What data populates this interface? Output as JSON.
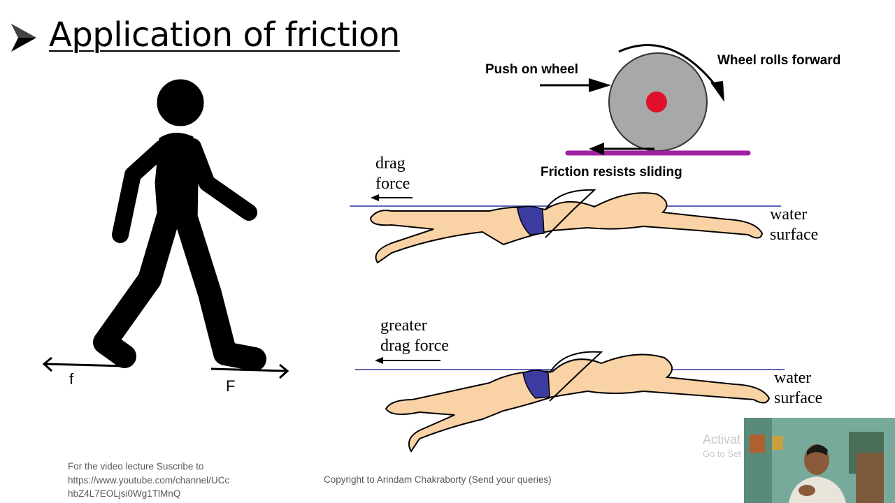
{
  "slide": {
    "title": "Application of friction",
    "bullet_icon": "arrowhead-bullet"
  },
  "walker": {
    "friction_label": "f",
    "force_label": "F"
  },
  "wheel": {
    "push_label": "Push on wheel",
    "rolls_label": "Wheel rolls forward",
    "friction_label": "Friction resists sliding"
  },
  "swimmer_top": {
    "drag_label_line1": "drag",
    "drag_label_line2": "force",
    "water_line1": "water",
    "water_line2": "surface"
  },
  "swimmer_bottom": {
    "drag_label_line1": "greater",
    "drag_label_line2": "drag force",
    "water_line1": "water",
    "water_line2": "surface"
  },
  "footer": {
    "left_line1": "For the video lecture Suscribe to",
    "left_line2": "https://www.youtube.com/channel/UCc",
    "left_line3": "hbZ4L7EOLjsi0Wg1TlMnQ",
    "copyright": "Copyright to Arindam Chakraborty (Send your queries)"
  },
  "overlay": {
    "activate_line1": "Activat",
    "activate_line2": "Go to Set"
  },
  "colors": {
    "skin": "#f9d2a6",
    "swimsuit": "#3c3ca0",
    "wheel": "#a8a8a8",
    "wheel_hub": "#e0102a",
    "ground": "#a020a0",
    "water_line": "#3030a0"
  }
}
